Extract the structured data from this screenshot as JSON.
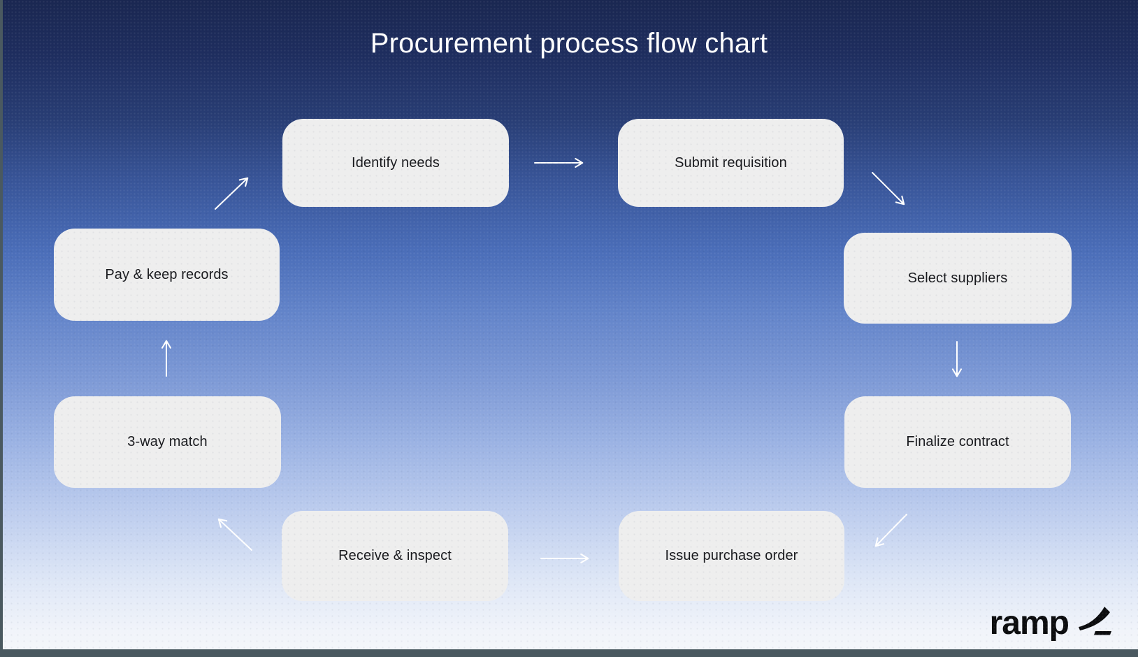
{
  "diagram": {
    "title": "Procurement process flow chart",
    "nodes": [
      {
        "id": "identify-needs",
        "label": "Identify needs"
      },
      {
        "id": "submit-requisition",
        "label": "Submit requisition"
      },
      {
        "id": "select-suppliers",
        "label": "Select suppliers"
      },
      {
        "id": "finalize-contract",
        "label": "Finalize contract"
      },
      {
        "id": "issue-purchase-order",
        "label": "Issue purchase order"
      },
      {
        "id": "receive-inspect",
        "label": "Receive & inspect"
      },
      {
        "id": "three-way-match",
        "label": "3-way match"
      },
      {
        "id": "pay-keep-records",
        "label": "Pay & keep records"
      }
    ],
    "edges": [
      {
        "from": "pay-keep-records",
        "to": "identify-needs",
        "direction": "up-right"
      },
      {
        "from": "identify-needs",
        "to": "submit-requisition",
        "direction": "right"
      },
      {
        "from": "submit-requisition",
        "to": "select-suppliers",
        "direction": "down-right"
      },
      {
        "from": "select-suppliers",
        "to": "finalize-contract",
        "direction": "down"
      },
      {
        "from": "finalize-contract",
        "to": "issue-purchase-order",
        "direction": "down-left"
      },
      {
        "from": "receive-inspect",
        "to": "issue-purchase-order",
        "direction": "right"
      },
      {
        "from": "receive-inspect",
        "to": "three-way-match",
        "direction": "up-left"
      },
      {
        "from": "three-way-match",
        "to": "pay-keep-records",
        "direction": "up"
      }
    ]
  },
  "branding": {
    "logo_text": "ramp",
    "logo_icon": "ramp-swoosh-icon"
  },
  "colors": {
    "background_top": "#1a2751",
    "background_bottom": "#f5f7fb",
    "node_background": "#eeeeee",
    "node_text": "#17181c",
    "arrow": "#ffffff",
    "title_text": "#ffffff",
    "frame_band": "#4a5960",
    "logo_text_color": "#0b0c0e"
  }
}
